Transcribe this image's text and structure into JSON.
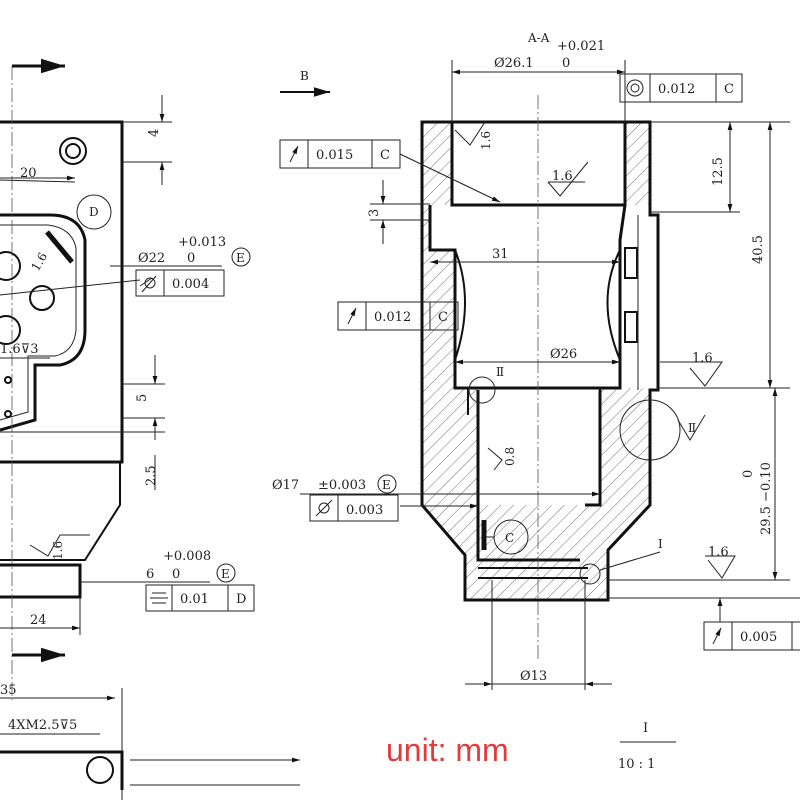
{
  "left_view": {
    "dim_top_4": "4",
    "dim_20": "20",
    "datum_D": "D",
    "tol_plus_0013": "+0.013",
    "dim_phi22": "Ø22",
    "tol_zero_a": "0",
    "datum_E_a": "E",
    "fcf_flat_value": "0.004",
    "roughness_16_a": "1.6",
    "hole_16_3": "1.6⊽3",
    "dim_5": "5",
    "dim_2_5": "2.5",
    "roughness_16_b": "1.6",
    "tol_plus_0008": "+0.008",
    "dim_6": "6",
    "tol_zero_b": "0",
    "datum_E_b": "E",
    "fcf_sym_value": "0.01",
    "fcf_sym_datum": "D",
    "dim_24": "24",
    "dim_35": "35",
    "thread_note": "4XM2.5⊽5",
    "section_arrow_B": "B"
  },
  "section_view": {
    "section_label": "A-A",
    "tol_plus_0021": "+0.021",
    "dim_phi26_1": "Ø26.1",
    "tol_zero_c": "0",
    "fcf_conc_value": "0.012",
    "fcf_conc_datum": "C",
    "fcf_runout1_value": "0.015",
    "fcf_runout1_datum": "C",
    "roughness_16_c": "1.6",
    "roughness_16_d": "1.6",
    "dim_12_5": "12.5",
    "dim_3": "3",
    "dim_31": "31",
    "dim_40_5": "40.5",
    "fcf_runout2_value": "0.012",
    "fcf_runout2_datum": "C",
    "dim_phi26": "Ø26",
    "roughness_16_e": "1.6",
    "roughness_ii_a": "Ⅱ",
    "roughness_08": "0.8",
    "roughness_ii_b": "Ⅱ",
    "dim_tol_0": "0",
    "dim_29_5": "29.5 −0.10",
    "dim_phi17": "Ø17",
    "tol_pm_0003": "±0.003",
    "datum_E_c": "E",
    "fcf_cyl_value": "0.003",
    "datum_C": "C",
    "leader_I": "Ⅰ",
    "roughness_16_f": "1.6",
    "fcf_runout3_value": "0.005",
    "dim_phi13": "Ø13",
    "detail_I": "Ⅰ",
    "scale": "10 : 1"
  },
  "unit_label": "unit: mm"
}
